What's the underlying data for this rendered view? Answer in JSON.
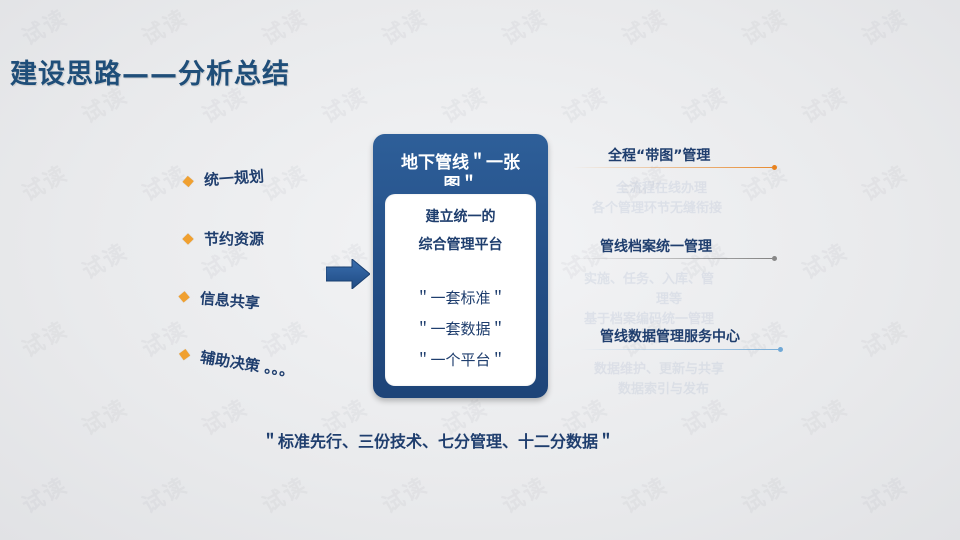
{
  "title": "建设思路——分析总结",
  "watermark_text": "试读",
  "left_items": [
    {
      "label": "统一规划"
    },
    {
      "label": "节约资源"
    },
    {
      "label": "信息共享"
    },
    {
      "label": "辅助决策 。。。"
    }
  ],
  "center": {
    "title_line1": "地下管线＂一张",
    "title_line2": "图＂",
    "inner_line1": "建立统一的",
    "inner_line2": "综合管理平台",
    "item1": "＂一套标准＂",
    "item2": "＂一套数据＂",
    "item3": "＂一个平台＂"
  },
  "right_items": [
    {
      "heading": "全程“带图”管理",
      "faded": [
        "全流程在线办理",
        "各个管理环节无缝衔接"
      ],
      "dot_color": "#e8821e"
    },
    {
      "heading": "管线档案统一管理",
      "faded": [
        "实施、任务、入库、管",
        "理等",
        "基于档案编码统一管理"
      ],
      "dot_color": "#888888"
    },
    {
      "heading": "管线数据管理服务中心",
      "faded": [
        "数据维护、更新与共享",
        "数据索引与发布"
      ],
      "dot_color": "#6fa8d6"
    }
  ],
  "slogan": "＂标准先行、三份技术、七分管理、十二分数据＂",
  "colors": {
    "title": "#1f4e79",
    "text": "#1f3e6e",
    "diamond": "#f0a030",
    "card": "#2a5a94"
  }
}
